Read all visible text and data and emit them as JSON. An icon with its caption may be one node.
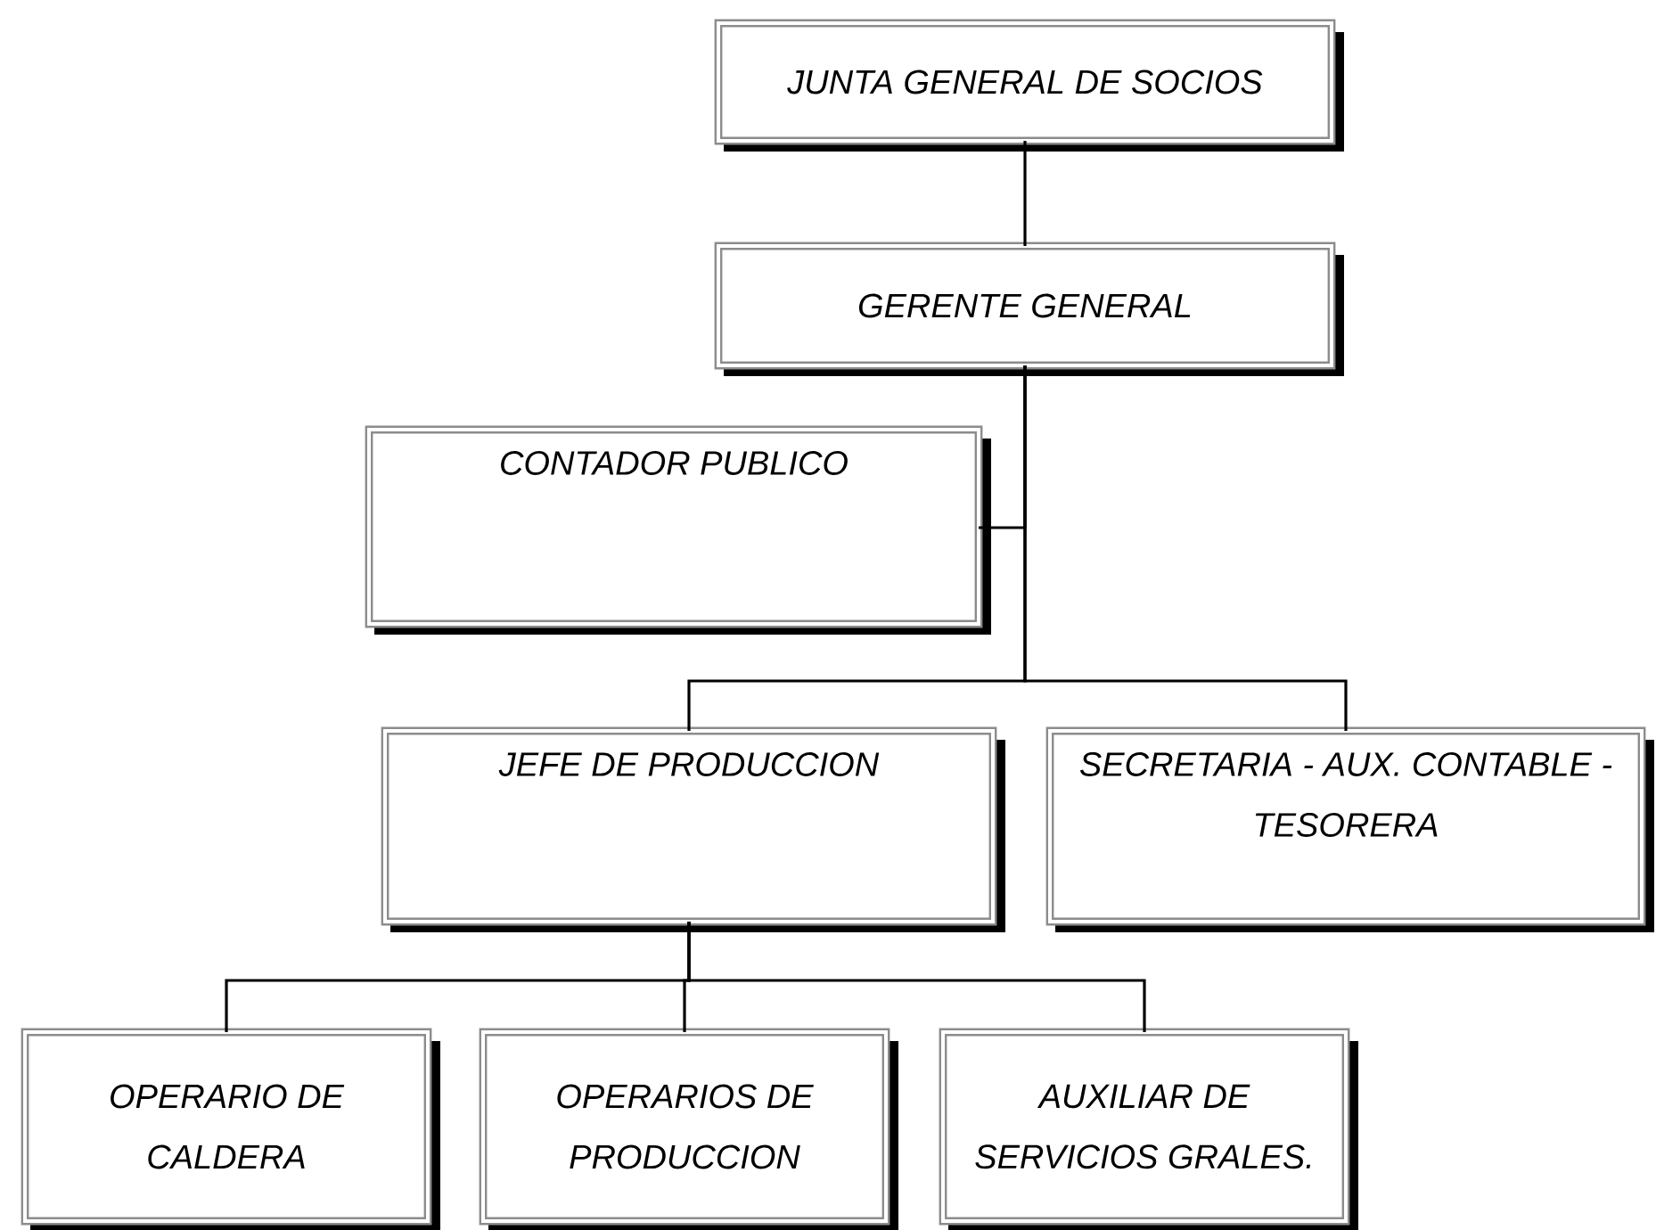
{
  "diagram": {
    "nodes": [
      {
        "text": [
          "JUNTA GENERAL DE SOCIOS"
        ]
      },
      {
        "text": [
          "GERENTE GENERAL"
        ]
      },
      {
        "text": [
          "CONTADOR PUBLICO"
        ]
      },
      {
        "text": [
          "JEFE DE PRODUCCION"
        ]
      },
      {
        "text": [
          "SECRETARIA - AUX. CONTABLE - TESORERA"
        ]
      },
      {
        "text": [
          "OPERARIO DE CALDERA"
        ]
      },
      {
        "text": [
          "OPERARIOS DE PRODUCCION"
        ]
      },
      {
        "text": [
          "AUXILIAR DE SERVICIOS GRALES."
        ]
      }
    ],
    "edges": [
      {
        "from": 0,
        "to": 1,
        "arrow": "none"
      },
      {
        "from": 1,
        "to": 2,
        "arrow": "none"
      },
      {
        "from": 1,
        "to": 3,
        "arrow": "none"
      },
      {
        "from": 1,
        "to": 4,
        "arrow": "none"
      },
      {
        "from": 3,
        "to": 5,
        "arrow": "none"
      },
      {
        "from": 3,
        "to": 6,
        "arrow": "none"
      },
      {
        "from": 3,
        "to": 7,
        "arrow": "none"
      }
    ]
  }
}
